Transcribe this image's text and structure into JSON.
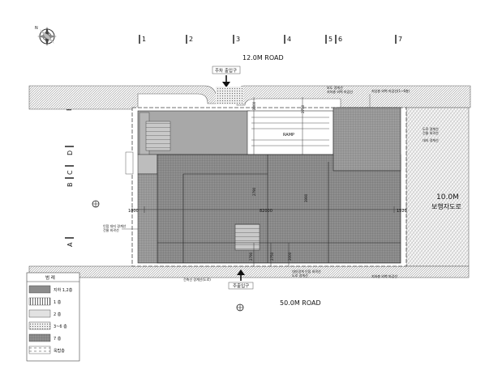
{
  "grid_labels": [
    "1",
    "2",
    "3",
    "4",
    "5",
    "6",
    "7"
  ],
  "row_labels": [
    "E",
    "D",
    "C",
    "B",
    "A"
  ],
  "roads": {
    "north": "12.0M ROAD",
    "south": "50.0M ROAD",
    "east_width": "10.0M",
    "east_name": "보행자도로"
  },
  "entrances": {
    "north": "주차 출입구",
    "south": "주출입구"
  },
  "ramp_label": "RAMP",
  "dimensions": {
    "west": "1000",
    "center": "82000",
    "east": "1520",
    "d_vertical_1": "2000",
    "d_vertical_2": "2750",
    "d_vertical_3": "2790",
    "d_vertical_4": "3990",
    "d_south_1": "2790",
    "d_south_2": "2750",
    "d_south_3": "2000"
  },
  "annotations": {
    "north_1": "보도 경계선",
    "north_2": "지하층 외벽 마감선",
    "north_3": "지상층 외벽 마감선(1~6층)",
    "west_1": "인접 대지 경계선",
    "west_2": "건물 외곽선",
    "east_1": "도로 경계선",
    "east_2": "건물 외곽선",
    "east_3": "대지 경계선",
    "south_1": "건축선 경계선(도로)",
    "south_2": "대지경계 인접 외곽선",
    "south_3": "도로 경계선",
    "south_4": "지하층 외벽 마감선"
  },
  "legend": {
    "title": "범 례",
    "items": [
      {
        "label": "지하 1,2층",
        "pattern": "solid-gray"
      },
      {
        "label": "1 층",
        "pattern": "vertical-lines"
      },
      {
        "label": "2 층",
        "pattern": "light"
      },
      {
        "label": "3~6 층",
        "pattern": "dots"
      },
      {
        "label": "7 층",
        "pattern": "grid"
      },
      {
        "label": "옥탑층",
        "pattern": "dashed"
      }
    ]
  }
}
